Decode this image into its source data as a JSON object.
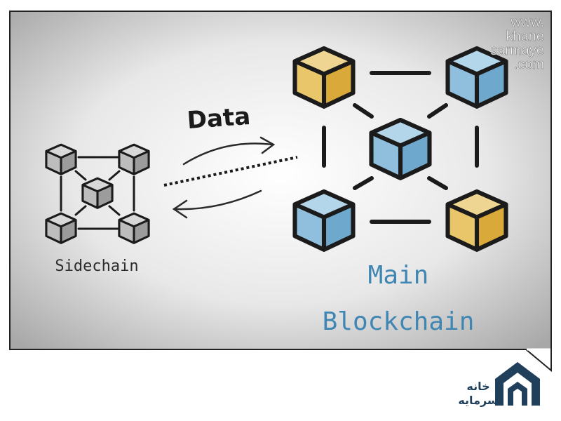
{
  "watermark": {
    "lines": [
      "www.",
      "khane",
      "sarmaye",
      ".com"
    ],
    "logo_text": "خانه سرمایه"
  },
  "diagram": {
    "flow_label": "Data",
    "left_label": "Sidechain",
    "right_label_line1": "Main",
    "right_label_line2": "Blockchain"
  },
  "colors": {
    "gold_face": "#e9c66a",
    "gold_side": "#d9a93a",
    "gold_top": "#efd592",
    "blue_face": "#8fbfdd",
    "blue_side": "#6ea8cc",
    "blue_top": "#b3d6ea",
    "grey_face": "#bdbdbd",
    "grey_side": "#9c9c9c",
    "grey_top": "#d8d8d8",
    "label_blue": "#3f86b3",
    "stroke": "#1b1b1b",
    "logo": "#1f3f5b"
  },
  "icons": [
    "cube-icon",
    "arrow-right-icon",
    "arrow-left-icon",
    "logo-icon"
  ]
}
